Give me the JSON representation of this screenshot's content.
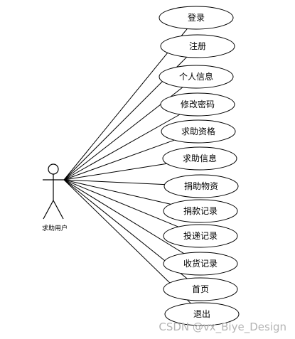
{
  "actor": {
    "name": "求助用户"
  },
  "use_cases": [
    {
      "id": "login",
      "label": "登录"
    },
    {
      "id": "register",
      "label": "注册"
    },
    {
      "id": "profile",
      "label": "个人信息"
    },
    {
      "id": "change-password",
      "label": "修改密码"
    },
    {
      "id": "aid-qualification",
      "label": "求助资格"
    },
    {
      "id": "aid-info",
      "label": "求助信息"
    },
    {
      "id": "donated-goods",
      "label": "捐助物资"
    },
    {
      "id": "donation-records",
      "label": "捐款记录"
    },
    {
      "id": "delivery-records",
      "label": "投递记录"
    },
    {
      "id": "receipt-records",
      "label": "收货记录"
    },
    {
      "id": "home",
      "label": "首页"
    },
    {
      "id": "logout",
      "label": "退出"
    }
  ],
  "watermark": "CSDN @vx_Biye_Design"
}
